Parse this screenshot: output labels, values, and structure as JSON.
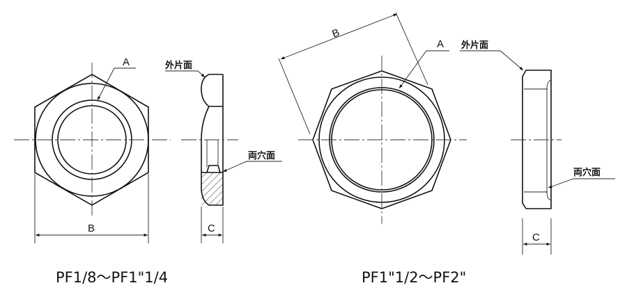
{
  "left_drawing": {
    "dim_a": "A",
    "dim_b": "B",
    "dim_c": "C",
    "outer_face_label": "外片面",
    "both_bore_face_label": "両穴面",
    "title": "PF1/8～PF1\"1/4"
  },
  "right_drawing": {
    "dim_a": "A",
    "dim_b": "B",
    "dim_c": "C",
    "outer_face_label": "外片面",
    "both_bore_face_label": "両穴面",
    "title": "PF1\"1/2～PF2\""
  }
}
